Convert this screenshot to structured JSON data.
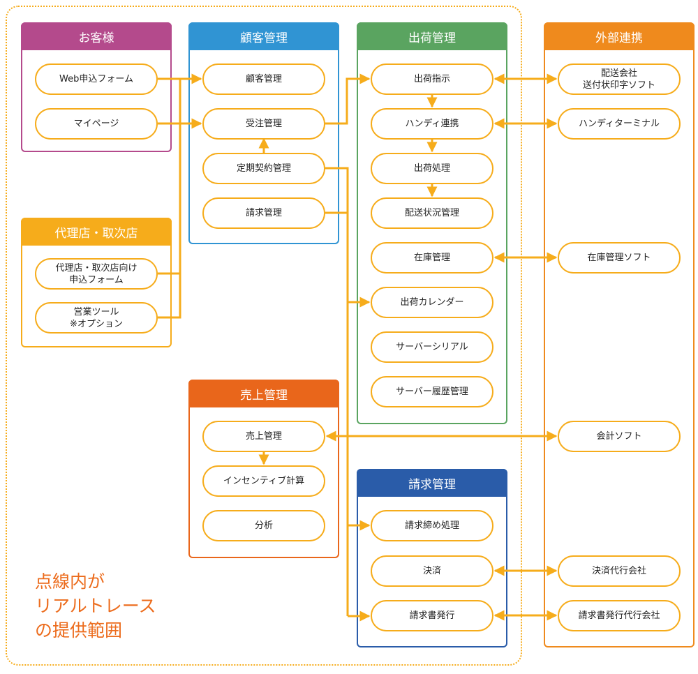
{
  "colors": {
    "connector": "#f6ac1b",
    "pill_border": "#f6ac1b",
    "customers": "#b44a8c",
    "customer_mgmt": "#3094d3",
    "shipping": "#5aa460",
    "external": "#ef8a1d",
    "agency": "#f6ac1b",
    "sales": "#e9661b",
    "billing": "#2a5ca9",
    "note_text": "#ec6c1d"
  },
  "panels": {
    "customers": {
      "title": "お客様",
      "items": [
        "Web申込フォーム",
        "マイページ"
      ]
    },
    "agency": {
      "title": "代理店・取次店",
      "items": [
        "代理店・取次店向け\n申込フォーム",
        "営業ツール\n※オプション"
      ]
    },
    "customer_mgmt": {
      "title": "顧客管理",
      "items": [
        "顧客管理",
        "受注管理",
        "定期契約管理",
        "請求管理"
      ]
    },
    "shipping": {
      "title": "出荷管理",
      "items": [
        "出荷指示",
        "ハンディ連携",
        "出荷処理",
        "配送状況管理",
        "在庫管理",
        "出荷カレンダー",
        "サーバーシリアル",
        "サーバー履歴管理"
      ]
    },
    "external": {
      "title": "外部連携",
      "items": [
        "配送会社\n送付状印字ソフト",
        "ハンディターミナル",
        "在庫管理ソフト",
        "会計ソフト",
        "決済代行会社",
        "請求書発行代行会社"
      ]
    },
    "sales": {
      "title": "売上管理",
      "items": [
        "売上管理",
        "インセンティブ計算",
        "分析"
      ]
    },
    "billing": {
      "title": "請求管理",
      "items": [
        "請求締め処理",
        "決済",
        "請求書発行"
      ]
    }
  },
  "note": "点線内が\nリアルトレース\nの提供範囲"
}
